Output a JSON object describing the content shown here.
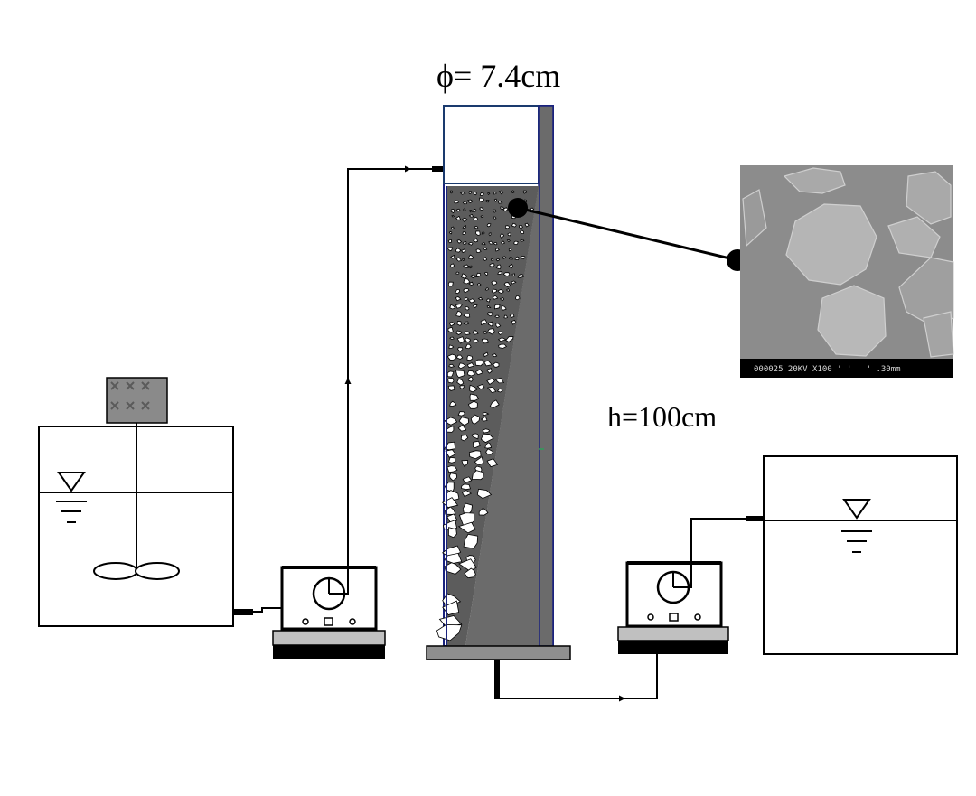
{
  "labels": {
    "diameter": "ϕ= 7.4cm",
    "height": "h=100cm"
  },
  "sem_image": {
    "caption": "000025 20KV  X100  ' ' ' ' .30mm"
  },
  "colors": {
    "outline": "#000000",
    "column_wall": "#1a237e",
    "column_gray": "#6b6b6b",
    "pump_base": "#c0c0c0",
    "motor": "#8a8a8a",
    "sem_background": "#8c8c8c"
  },
  "icons": [
    "motor-icon",
    "impeller-icon",
    "water-level-icon",
    "pump-dial-icon",
    "sampling-point-icon"
  ]
}
